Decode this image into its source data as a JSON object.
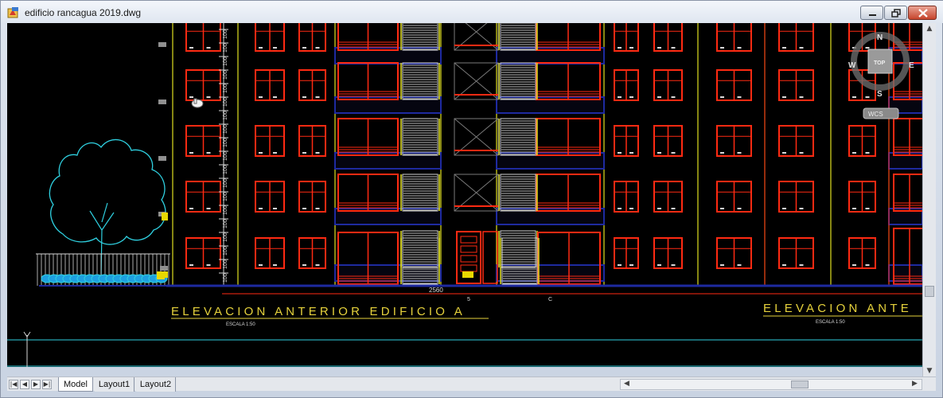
{
  "window": {
    "title": "edificio rancagua 2019.dwg",
    "icon": "autocad-drawing-icon"
  },
  "drawing": {
    "main_title": "ELEVACION ANTERIOR EDIFICIO A",
    "main_scale": "ESCALA 1:50",
    "second_title": "ELEVACION ANTE",
    "second_scale": "ESCALA 1:50",
    "dimension_width": "2560",
    "grid_label_1": "5",
    "grid_label_2": "C",
    "level_dims": [
      "100",
      "100",
      "100",
      "100",
      "100",
      "100",
      "100",
      "100",
      "100",
      "100",
      "100",
      "100",
      "100",
      "100",
      "100",
      "100",
      "100",
      "100",
      "100"
    ]
  },
  "viewcube": {
    "north": "N",
    "south": "S",
    "east": "E",
    "west": "W",
    "face": "TOP",
    "ucs": "WCS"
  },
  "tabs": [
    {
      "label": "Model",
      "active": true
    },
    {
      "label": "Layout1",
      "active": false
    },
    {
      "label": "Layout2",
      "active": false
    }
  ],
  "colors": {
    "background": "#000000",
    "windows": "#ff2a12",
    "walls": "#e0e020",
    "floor_slabs": "#1e2aa0",
    "tree": "#2fd0e0",
    "titles": "#e6d23c",
    "white_detail": "#d8d8d8"
  }
}
